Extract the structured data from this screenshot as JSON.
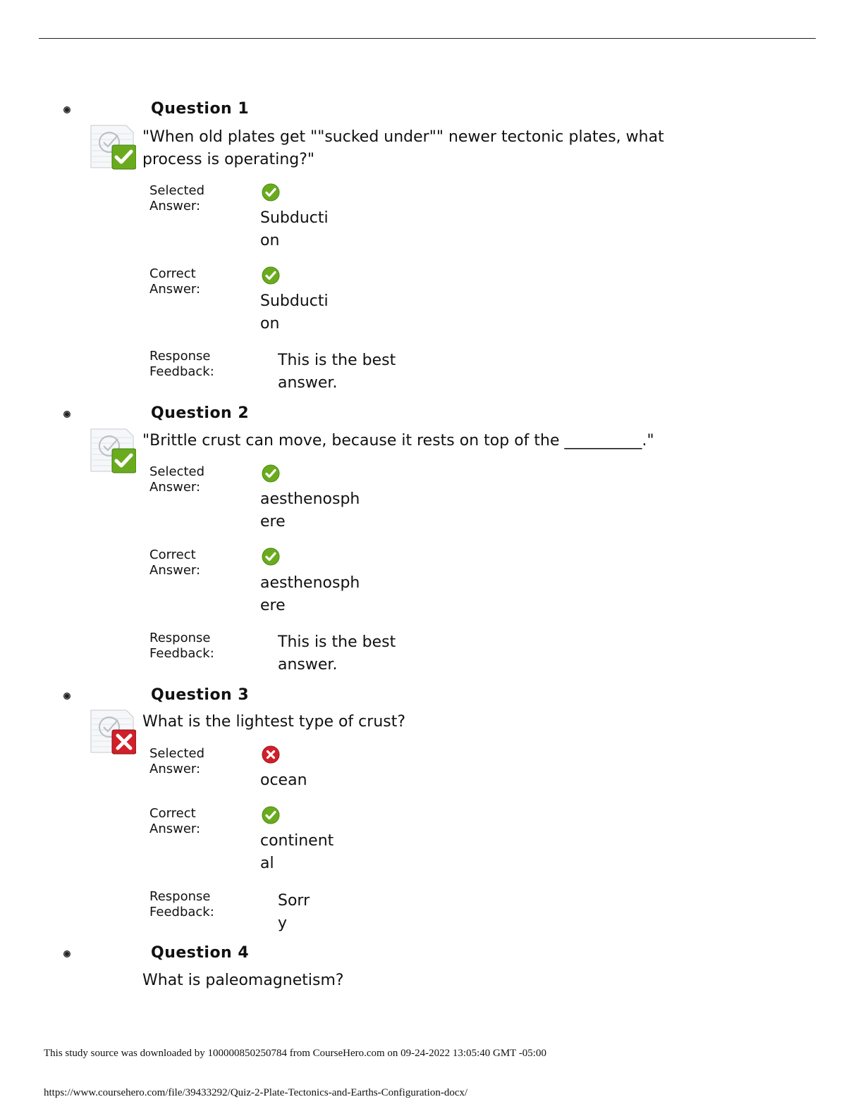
{
  "labels": {
    "selected": "Selected Answer:",
    "correct": "Correct Answer:",
    "feedback": "Response Feedback:"
  },
  "questions": [
    {
      "heading": "Question 1",
      "text": "\"When old plates get \"\"sucked under\"\" newer tectonic plates, what process is operating?\"",
      "status": "correct",
      "selected": "Subduction",
      "selected_status": "correct",
      "correct": "Subduction",
      "feedback": "This is the best answer."
    },
    {
      "heading": "Question 2",
      "text": "\"Brittle crust can move, because it rests on top of the __________.\"",
      "status": "correct",
      "selected": "aesthenosphere",
      "selected_status": "correct",
      "correct": "aesthenosphere",
      "feedback": "This is the best answer."
    },
    {
      "heading": "Question 3",
      "text": "What is the lightest type of crust?",
      "status": "incorrect",
      "selected": "ocean",
      "selected_status": "incorrect",
      "correct": "continental",
      "feedback": "Sorry"
    },
    {
      "heading": "Question 4",
      "text": "What is paleomagnetism?"
    }
  ],
  "footer": {
    "download_note": "This study source was downloaded by 100000850250784 from CourseHero.com on 09-24-2022 13:05:40 GMT -05:00",
    "url": "https://www.coursehero.com/file/39433292/Quiz-2-Plate-Tectonics-and-Earths-Configuration-docx/"
  },
  "colors": {
    "correct": "#6aab1e",
    "incorrect": "#d0202a"
  }
}
